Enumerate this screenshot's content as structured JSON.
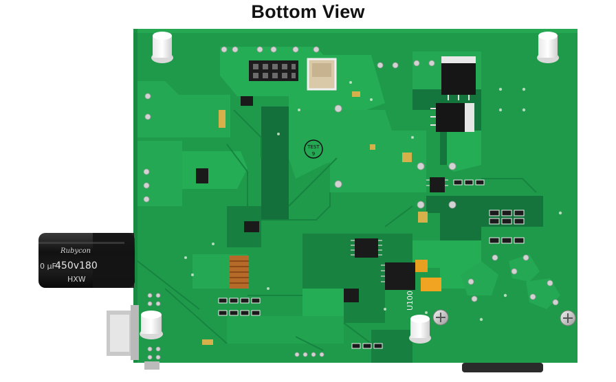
{
  "image": {
    "title": "Bottom View",
    "board": {
      "silkscreen": {
        "test_point": "TEST",
        "test_point_number": "9",
        "ic_label": "U100"
      }
    },
    "capacitor": {
      "brand": "Rubycon",
      "rating": "450v180",
      "series": "HXW",
      "partial_left": "0 μF"
    },
    "colors": {
      "background": "#ffffff",
      "pcb": "#1f9a4a",
      "pcb_dark": "#13703a",
      "copper_pour": "#25ad55",
      "silkscreen": "#f2f2f2",
      "capacitor_body": "#1a1a1a",
      "connector": "#c9c9c9"
    }
  }
}
